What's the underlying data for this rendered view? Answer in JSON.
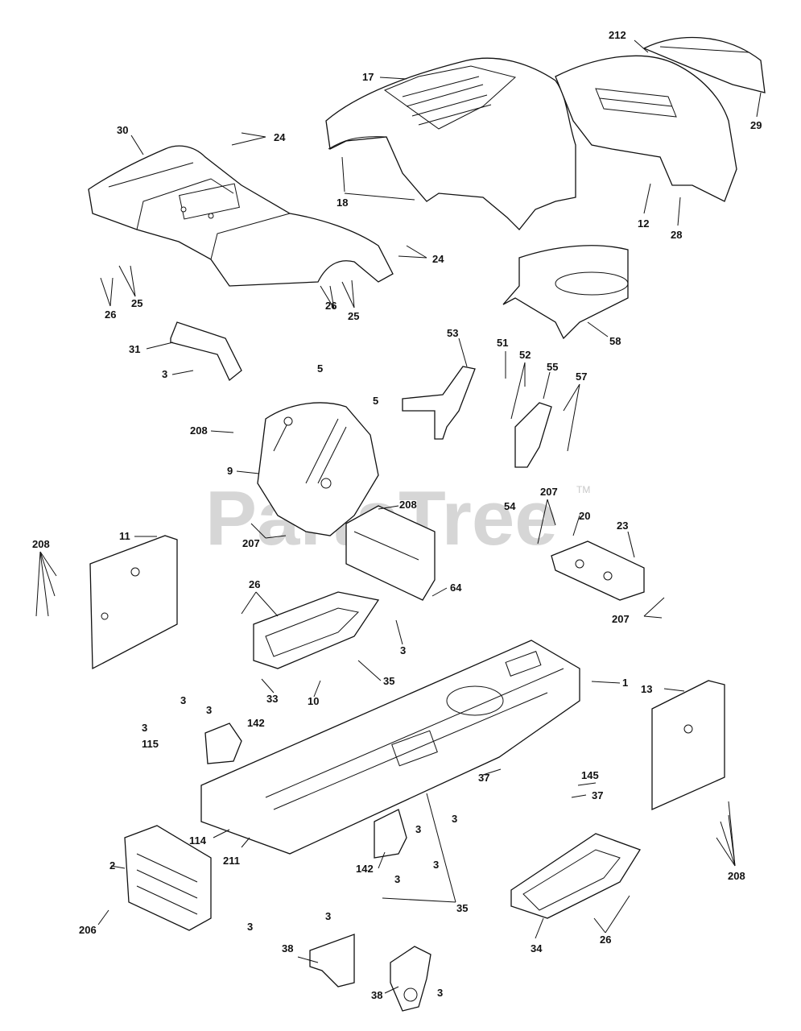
{
  "watermark": {
    "text": "PartsTree",
    "tm": "TM"
  },
  "callouts": [
    {
      "id": "c-17",
      "text": "17"
    },
    {
      "id": "c-212",
      "text": "212"
    },
    {
      "id": "c-29",
      "text": "29"
    },
    {
      "id": "c-30",
      "text": "30"
    },
    {
      "id": "c-24a",
      "text": "24"
    },
    {
      "id": "c-18",
      "text": "18"
    },
    {
      "id": "c-12",
      "text": "12"
    },
    {
      "id": "c-28",
      "text": "28"
    },
    {
      "id": "c-24b",
      "text": "24"
    },
    {
      "id": "c-26a",
      "text": "26"
    },
    {
      "id": "c-25a",
      "text": "25"
    },
    {
      "id": "c-26b",
      "text": "26"
    },
    {
      "id": "c-25b",
      "text": "25"
    },
    {
      "id": "c-58",
      "text": "58"
    },
    {
      "id": "c-31",
      "text": "31"
    },
    {
      "id": "c-3a",
      "text": "3"
    },
    {
      "id": "c-53",
      "text": "53"
    },
    {
      "id": "c-51",
      "text": "51"
    },
    {
      "id": "c-52",
      "text": "52"
    },
    {
      "id": "c-55",
      "text": "55"
    },
    {
      "id": "c-57",
      "text": "57"
    },
    {
      "id": "c-5a",
      "text": "5"
    },
    {
      "id": "c-5b",
      "text": "5"
    },
    {
      "id": "c-208a",
      "text": "208"
    },
    {
      "id": "c-9",
      "text": "9"
    },
    {
      "id": "c-54",
      "text": "54"
    },
    {
      "id": "c-207a",
      "text": "207"
    },
    {
      "id": "c-208b",
      "text": "208"
    },
    {
      "id": "c-207b",
      "text": "207"
    },
    {
      "id": "c-20",
      "text": "20"
    },
    {
      "id": "c-23",
      "text": "23"
    },
    {
      "id": "c-11",
      "text": "11"
    },
    {
      "id": "c-208c",
      "text": "208"
    },
    {
      "id": "c-64",
      "text": "64"
    },
    {
      "id": "c-207c",
      "text": "207"
    },
    {
      "id": "c-26c",
      "text": "26"
    },
    {
      "id": "c-3b",
      "text": "3"
    },
    {
      "id": "c-35a",
      "text": "35"
    },
    {
      "id": "c-33",
      "text": "33"
    },
    {
      "id": "c-10",
      "text": "10"
    },
    {
      "id": "c-1",
      "text": "1"
    },
    {
      "id": "c-13",
      "text": "13"
    },
    {
      "id": "c-3c",
      "text": "3"
    },
    {
      "id": "c-3d",
      "text": "3"
    },
    {
      "id": "c-3e",
      "text": "3"
    },
    {
      "id": "c-142a",
      "text": "142"
    },
    {
      "id": "c-115",
      "text": "115"
    },
    {
      "id": "c-37a",
      "text": "37"
    },
    {
      "id": "c-145",
      "text": "145"
    },
    {
      "id": "c-37b",
      "text": "37"
    },
    {
      "id": "c-3f",
      "text": "3"
    },
    {
      "id": "c-114",
      "text": "114"
    },
    {
      "id": "c-211",
      "text": "211"
    },
    {
      "id": "c-3g",
      "text": "3"
    },
    {
      "id": "c-142b",
      "text": "142"
    },
    {
      "id": "c-3h",
      "text": "3"
    },
    {
      "id": "c-3i",
      "text": "3"
    },
    {
      "id": "c-2",
      "text": "2"
    },
    {
      "id": "c-208d",
      "text": "208"
    },
    {
      "id": "c-35b",
      "text": "35"
    },
    {
      "id": "c-3j",
      "text": "3"
    },
    {
      "id": "c-206",
      "text": "206"
    },
    {
      "id": "c-34",
      "text": "34"
    },
    {
      "id": "c-26d",
      "text": "26"
    },
    {
      "id": "c-3k",
      "text": "3"
    },
    {
      "id": "c-38a",
      "text": "38"
    },
    {
      "id": "c-3l",
      "text": "3"
    },
    {
      "id": "c-38b",
      "text": "38"
    }
  ]
}
